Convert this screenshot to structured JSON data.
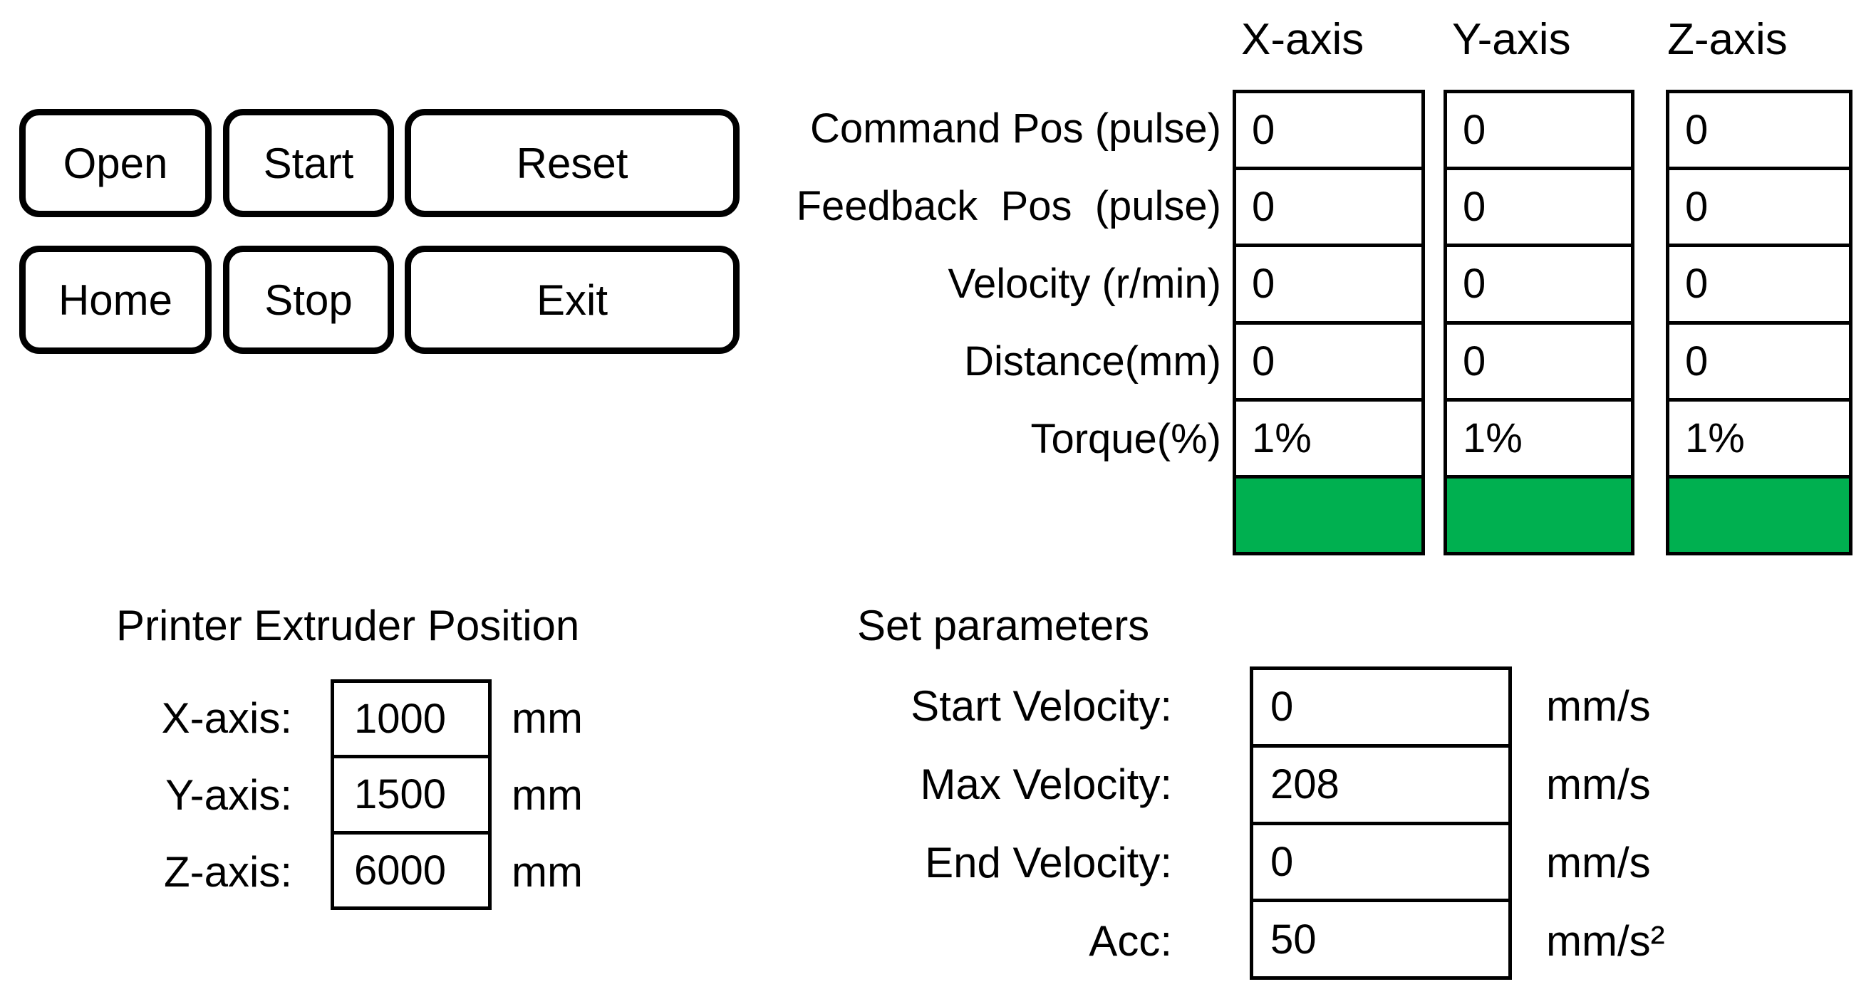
{
  "controls": {
    "buttons": [
      {
        "label": "Open"
      },
      {
        "label": "Start"
      },
      {
        "label": "Reset"
      },
      {
        "label": "Home"
      },
      {
        "label": "Stop"
      },
      {
        "label": "Exit"
      }
    ]
  },
  "monitor": {
    "headers": [
      "X-axis",
      "Y-axis",
      "Z-axis"
    ],
    "row_labels": [
      "Command Pos (pulse)",
      "Feedback  Pos  (pulse)",
      "Velocity (r/min)",
      "Distance(mm)",
      "Torque(%)"
    ],
    "columns": [
      {
        "axis": "X-axis",
        "values": [
          "0",
          "0",
          "0",
          "0",
          "1%"
        ]
      },
      {
        "axis": "Y-axis",
        "values": [
          "0",
          "0",
          "0",
          "0",
          "1%"
        ]
      },
      {
        "axis": "Z-axis",
        "values": [
          "0",
          "0",
          "0",
          "0",
          "1%"
        ]
      }
    ],
    "status_color": "#00B050"
  },
  "extruder_position": {
    "title": "Printer Extruder Position",
    "rows": [
      {
        "label": "X-axis:",
        "value": "1000",
        "unit": "mm"
      },
      {
        "label": "Y-axis:",
        "value": "1500",
        "unit": "mm"
      },
      {
        "label": "Z-axis:",
        "value": "6000",
        "unit": "mm"
      }
    ]
  },
  "set_parameters": {
    "title": "Set parameters",
    "rows": [
      {
        "label": "Start Velocity:",
        "value": "0",
        "unit": "mm/s"
      },
      {
        "label": "Max Velocity:",
        "value": "208",
        "unit": "mm/s"
      },
      {
        "label": "End Velocity:",
        "value": "0",
        "unit": "mm/s"
      },
      {
        "label": "Acc:",
        "value": "50",
        "unit": "mm/s²"
      }
    ]
  }
}
